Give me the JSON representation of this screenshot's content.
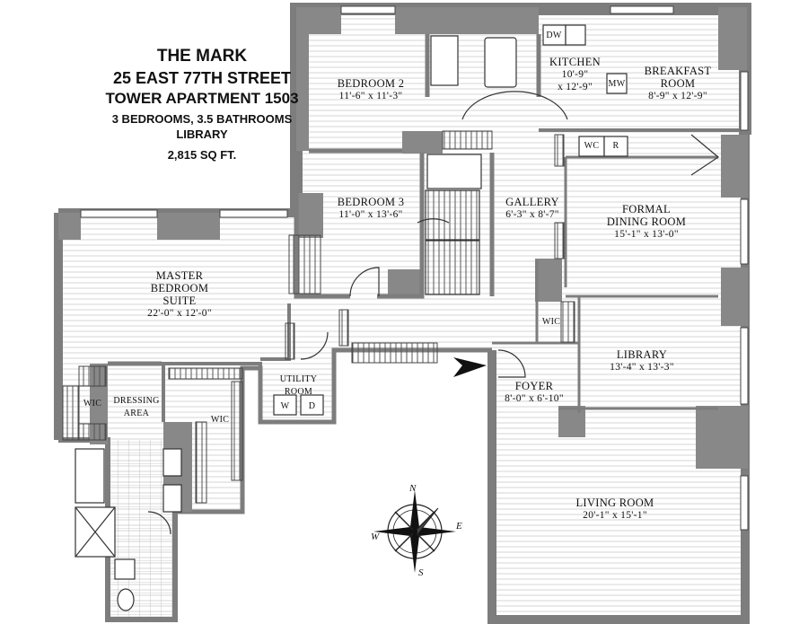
{
  "header": {
    "line1": "THE MARK",
    "line2": "25 EAST 77TH STREET",
    "line3": "TOWER APARTMENT 1503",
    "line4": "3 BEDROOMS, 3.5 BATHROOMS",
    "line5": "LIBRARY",
    "line6": "2,815 SQ FT."
  },
  "rooms": {
    "bedroom2": {
      "name": "BEDROOM 2",
      "dims": "11'-6\" x 11'-3\""
    },
    "kitchen": {
      "name": "KITCHEN",
      "dims1": "10'-9\"",
      "dims2": "x 12'-9\""
    },
    "breakfast": {
      "name1": "BREAKFAST",
      "name2": "ROOM",
      "dims": "8'-9\" x 12'-9\""
    },
    "bedroom3": {
      "name": "BEDROOM 3",
      "dims": "11'-0\" x 13'-6\""
    },
    "gallery": {
      "name": "GALLERY",
      "dims": "6'-3\" x 8'-7\""
    },
    "dining": {
      "name1": "FORMAL",
      "name2": "DINING ROOM",
      "dims": "15'-1\" x 13'-0\""
    },
    "master": {
      "name1": "MASTER",
      "name2": "BEDROOM",
      "name3": "SUITE",
      "dims": "22'-0\" x 12'-0\""
    },
    "library": {
      "name": "LIBRARY",
      "dims": "13'-4\" x 13'-3\""
    },
    "foyer": {
      "name": "FOYER",
      "dims": "8'-0\" x 6'-10\""
    },
    "utility": {
      "name1": "UTILITY",
      "name2": "ROOM"
    },
    "dressing": {
      "name1": "DRESSING",
      "name2": "AREA"
    },
    "wic_left": "WIC",
    "wic_master": "WIC",
    "wic_library": "WIC",
    "living": {
      "name": "LIVING ROOM",
      "dims": "20'-1\" x 15'-1\""
    }
  },
  "fixtures": {
    "dw": "DW",
    "mw": "MW",
    "wc": "WC",
    "r": "R",
    "washer": "W",
    "dryer": "D"
  },
  "compass": {
    "n": "N",
    "e": "E",
    "s": "S",
    "w": "W"
  },
  "colors": {
    "wall": "#8c8c8c",
    "wall_dark": "#6f6f6f",
    "floor_line": "#d9d9d9",
    "ink": "#111111"
  }
}
